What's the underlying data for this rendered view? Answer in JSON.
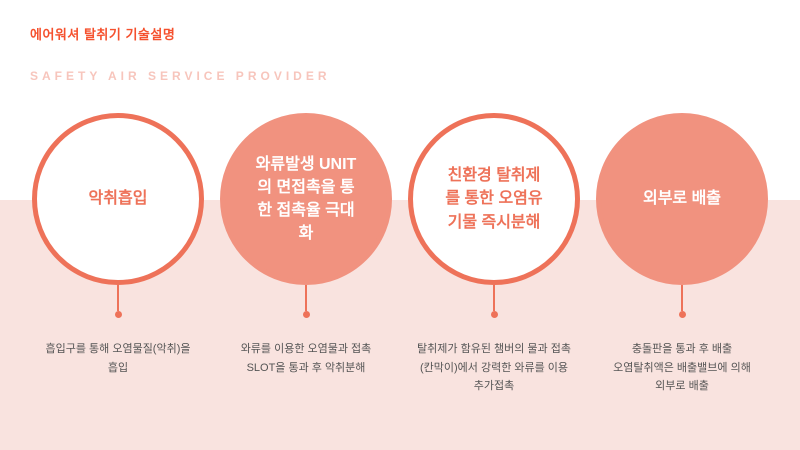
{
  "header": {
    "title": "에어워셔 탈취기 기술설명",
    "subtitle": "SAFETY AIR SERVICE PROVIDER"
  },
  "steps": [
    {
      "title": "악취흡입",
      "caption": "흡입구를 통해 오염물질(악취)을\n흡입",
      "style": "outline"
    },
    {
      "title": "와류발생 UNIT\n의 면접촉을 통\n한 접촉율 극대\n화",
      "caption": "와류를  이용한 오염물과 접촉\nSLOT을 통과 후 악취분해",
      "style": "filled"
    },
    {
      "title": "친환경 탈취제\n를 통한 오염유\n기물 즉시분해",
      "caption": "탈취제가 함유된 챔버의 물과 접촉\n(칸막이)에서 강력한 와류를 이용\n추가접촉",
      "style": "outline"
    },
    {
      "title": "외부로 배출",
      "caption": "충돌판을 통과 후 배출\n오염탈취액은 배출밸브에 의해\n외부로 배출",
      "style": "filled"
    }
  ],
  "colors": {
    "accent": "#ee7259",
    "circle_fill": "#f1927f",
    "band_background": "#f9e3df",
    "title_text": "#f5512e",
    "subtitle_text": "#f7c5bc",
    "caption_text": "#555555"
  }
}
